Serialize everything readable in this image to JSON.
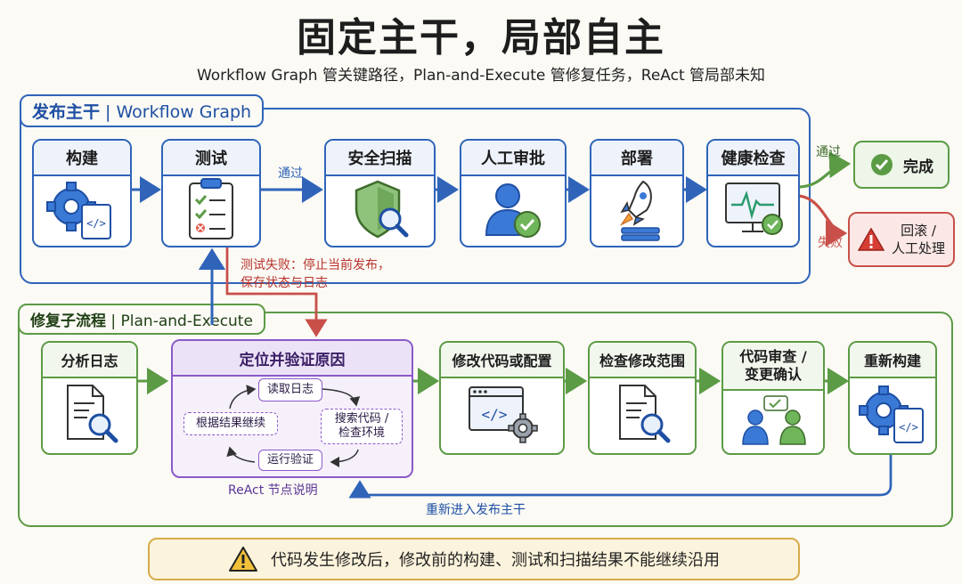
{
  "title": "固定主干，局部自主",
  "subtitle": "Workflow Graph 管关键路径，Plan-and-Execute 管修复任务，ReAct 管局部未知",
  "release": {
    "label_bold": "发布主干",
    "label_rest": " | Workflow Graph",
    "steps": [
      "构建",
      "测试",
      "安全扫描",
      "人工审批",
      "部署",
      "健康检查"
    ],
    "pass_label": "通过",
    "pass_label_2": "通过",
    "fail_label": "失败",
    "done": "完成",
    "rollback_line1": "回滚 /",
    "rollback_line2": "人工处理",
    "test_fail_note_1": "测试失败：停止当前发布，",
    "test_fail_note_2": "保存状态与日志"
  },
  "repair": {
    "label_bold": "修复子流程",
    "label_rest": " | Plan-and-Execute",
    "steps": [
      "分析日志",
      "定位并验证原因",
      "修改代码或配置",
      "检查修改范围",
      "代码审查 /",
      "重新构建"
    ],
    "review_line2": "变更确认",
    "react_loop": {
      "read_logs": "读取日志",
      "search_line1": "搜索代码 /",
      "search_line2": "检查环境",
      "run_verify": "运行验证",
      "continue_by_result": "根据结果继续"
    },
    "react_caption": "ReAct 节点说明",
    "reenter": "重新进入发布主干"
  },
  "warning": "代码发生修改后，修改前的构建、测试和扫描结果不能继续沿用",
  "colors": {
    "blue": "#2f64b9",
    "green": "#5c9b45",
    "purple": "#8b59c8",
    "red": "#c9504a",
    "amber": "#d7ab49"
  }
}
